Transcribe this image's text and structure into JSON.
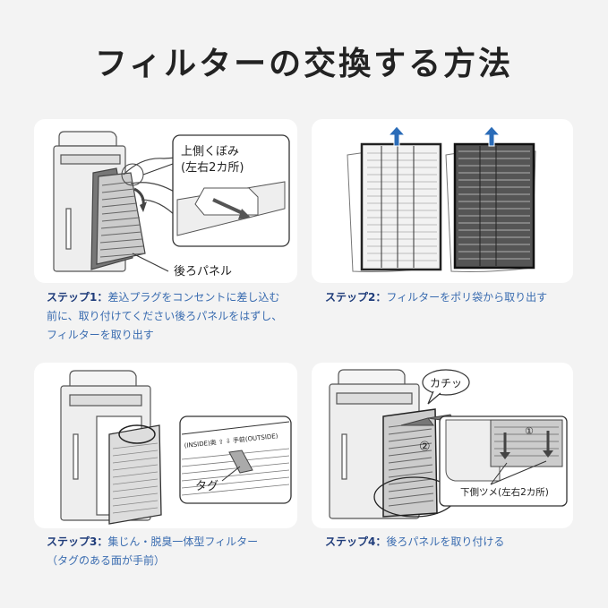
{
  "title": "フィルターの交換する方法",
  "steps": [
    {
      "label": "ステップ1：",
      "text_lines": [
        "差込プラグをコンセントに差し込む",
        "前に、取り付けてください後ろパネルをはずし、",
        "フィルターを取り出す"
      ],
      "callouts": {
        "recess_line1": "上側くぼみ",
        "recess_line2": "(左右2カ所)",
        "rear_panel": "後ろパネル"
      }
    },
    {
      "label": "ステップ2：",
      "text_lines": [
        "フィルターをポリ袋から取り出す"
      ]
    },
    {
      "label": "ステップ3：",
      "text_lines": [
        "集じん・脱臭一体型フィルター",
        "（タグのある面が手前）"
      ],
      "callouts": {
        "orientation": "(INSIDE)奥 ⇧ ⇩ 手前(OUTSIDE)",
        "tag": "タグ"
      }
    },
    {
      "label": "ステップ4：",
      "text_lines": [
        "後ろパネルを取り付ける"
      ],
      "callouts": {
        "click_sound": "カチッ",
        "num_1": "①",
        "num_2": "②",
        "bottom_tabs": "下側ツメ(左右2カ所)"
      }
    }
  ],
  "colors": {
    "step_label": "#1f3c7a",
    "caption_text": "#3a6cb0",
    "arrow_blue": "#2b6cb8",
    "background": "#f3f3f3"
  }
}
